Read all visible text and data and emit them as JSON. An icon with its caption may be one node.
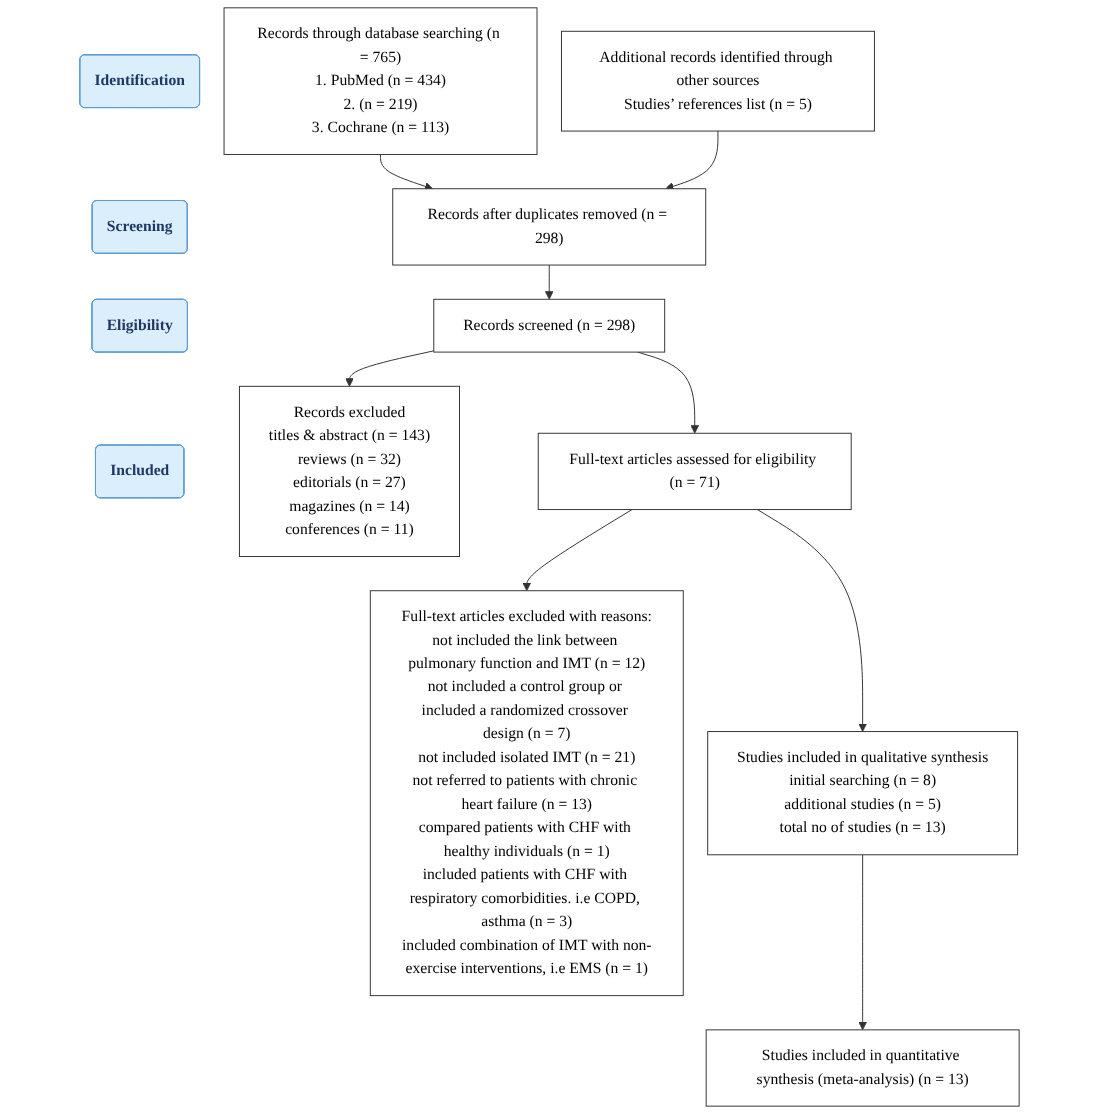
{
  "diagram": {
    "nodes": [
      {
        "text": [
          "Identification"
        ]
      },
      {
        "text": [
          "Screening"
        ]
      },
      {
        "text": [
          "Eligibility"
        ]
      },
      {
        "text": [
          "Included"
        ]
      },
      {
        "text": [
          "Records through database searching (n = 765)",
          "1. PubMed (n = 434)",
          "2. (n = 219)",
          "3. Cochrane (n = 113)"
        ]
      },
      {
        "text": [
          "Additional records identified through other sources",
          "Studies’ references list (n = 5)"
        ]
      },
      {
        "text": [
          "Records after duplicates removed (n = 298)"
        ]
      },
      {
        "text": [
          "Records screened (n = 298)"
        ]
      },
      {
        "text": [
          "Records excluded",
          "titles & abstract (n = 143)",
          "reviews (n = 32)",
          "editorials (n = 27)",
          "magazines (n = 14)",
          "conferences (n = 11)"
        ]
      },
      {
        "text": [
          "Full-text articles assessed for eligibility (n = 71)"
        ]
      },
      {
        "text": [
          "Full-text articles excluded with reasons:",
          "not included the link between pulmonary function and IMT (n = 12)",
          "not included a control group or included a randomized crossover design (n = 7)",
          "not included isolated IMT (n = 21)",
          "not referred to patients with chronic heart failure (n = 13)",
          "compared patients with CHF with healthy individuals (n = 1)",
          "included patients with CHF with respiratory comorbidities. i.e COPD, asthma (n = 3)",
          "included combination of IMT with non-exercise interventions, i.e EMS (n = 1)"
        ]
      },
      {
        "text": [
          "Studies included in qualitative synthesis",
          "initial searching (n = 8)",
          "additional studies (n = 5)",
          "total no of studies (n = 13)"
        ]
      },
      {
        "text": [
          "Studies included in quantitative synthesis (meta-analysis) (n = 13)"
        ]
      }
    ],
    "edges": [
      {
        "from": 4,
        "to": 6,
        "arrow": "to"
      },
      {
        "from": 5,
        "to": 6,
        "arrow": "to"
      },
      {
        "from": 6,
        "to": 7,
        "arrow": "to"
      },
      {
        "from": 7,
        "to": 8,
        "arrow": "to"
      },
      {
        "from": 7,
        "to": 9,
        "arrow": "to"
      },
      {
        "from": 9,
        "to": 11,
        "arrow": "to"
      },
      {
        "from": 9,
        "to": 10,
        "arrow": "to"
      },
      {
        "from": 11,
        "to": 12,
        "arrow": "to"
      }
    ]
  }
}
